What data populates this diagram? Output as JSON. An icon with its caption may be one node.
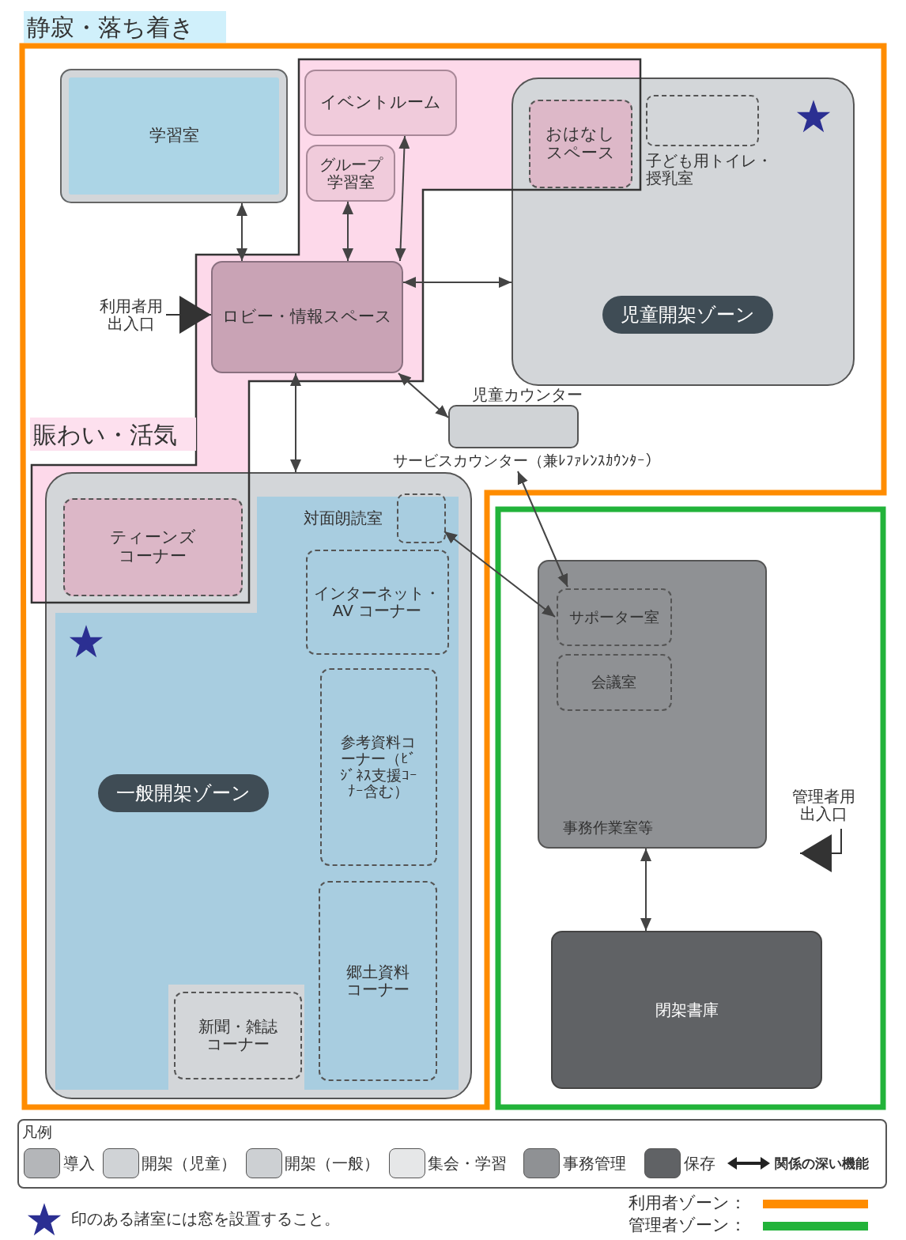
{
  "diagram": {
    "nodes": [
      {
        "text": [
          "学習室"
        ]
      },
      {
        "text": [
          "イベントルーム"
        ]
      },
      {
        "text": [
          "グループ学習室"
        ]
      },
      {
        "text": [
          "児童開架ゾーン"
        ]
      },
      {
        "text": [
          "おはなしスペース"
        ],
        "in": 3
      },
      {
        "text": [
          "子ども用トイレ・授乳室"
        ],
        "in": 3
      },
      {
        "text": [
          "ロビー・情報スペース"
        ]
      },
      {
        "text": [
          "利用者用出入口"
        ]
      },
      {
        "text": [
          "児童カウンター",
          "サービスカウンター（兼ﾚﾌｧﾚﾝｽｶｳﾝﾀｰ）"
        ]
      },
      {
        "text": [
          "一般開架ゾーン"
        ]
      },
      {
        "text": [
          "ティーンズコーナー"
        ],
        "in": 9
      },
      {
        "text": [
          "対面朗読室"
        ],
        "in": 9
      },
      {
        "text": [
          "インターネット・AV コーナー"
        ],
        "in": 9
      },
      {
        "text": [
          "参考資料コーナー（ﾋﾞｼﾞﾈｽ支援ｺｰﾅｰ含む）"
        ],
        "in": 9
      },
      {
        "text": [
          "郷土資料コーナー"
        ],
        "in": 9
      },
      {
        "text": [
          "新聞・雑誌コーナー"
        ],
        "in": 9
      },
      {
        "text": [
          "事務作業室等"
        ]
      },
      {
        "text": [
          "サポーター室"
        ],
        "in": 16
      },
      {
        "text": [
          "会議室"
        ],
        "in": 16
      },
      {
        "text": [
          "閉架書庫"
        ]
      },
      {
        "text": [
          "管理者用出入口"
        ]
      }
    ],
    "edges": [
      {
        "from": 0,
        "to": 6,
        "arrow": "both"
      },
      {
        "from": 2,
        "to": 6,
        "arrow": "both"
      },
      {
        "from": 1,
        "to": 6,
        "arrow": "both"
      },
      {
        "from": 6,
        "to": 3,
        "arrow": "both"
      },
      {
        "from": 6,
        "to": 9,
        "arrow": "both"
      },
      {
        "from": 6,
        "to": 8,
        "arrow": "both"
      },
      {
        "from": 8,
        "to": 17,
        "arrow": "both"
      },
      {
        "from": 11,
        "to": 17,
        "arrow": "both"
      },
      {
        "from": 16,
        "to": 19,
        "arrow": "both"
      },
      {
        "from": 7,
        "to": 6,
        "arrow": "to"
      },
      {
        "from": 20,
        "to": null,
        "arrow": "to"
      }
    ],
    "labels": [
      "静寂・落ち着き",
      "賑わい・活気",
      "凡例",
      "印のある諸室には窓を設置すること。"
    ],
    "legend": [
      {
        "text": "導入",
        "color": "#b4b6b9"
      },
      {
        "text": "開架（児童）",
        "color": "#d0d3d6"
      },
      {
        "text": "開架（一般）",
        "color": "#cdd0d3"
      },
      {
        "text": "集会・学習",
        "color": "#e6e7e8"
      },
      {
        "text": "事務管理",
        "color": "#8f9194"
      },
      {
        "text": "保存",
        "color": "#606265"
      },
      {
        "text": "関係の深い機能"
      },
      {
        "text": "利用者ゾーン：",
        "color": "#ff8c00"
      },
      {
        "text": "管理者ゾーン：",
        "color": "#22b33a"
      }
    ]
  }
}
